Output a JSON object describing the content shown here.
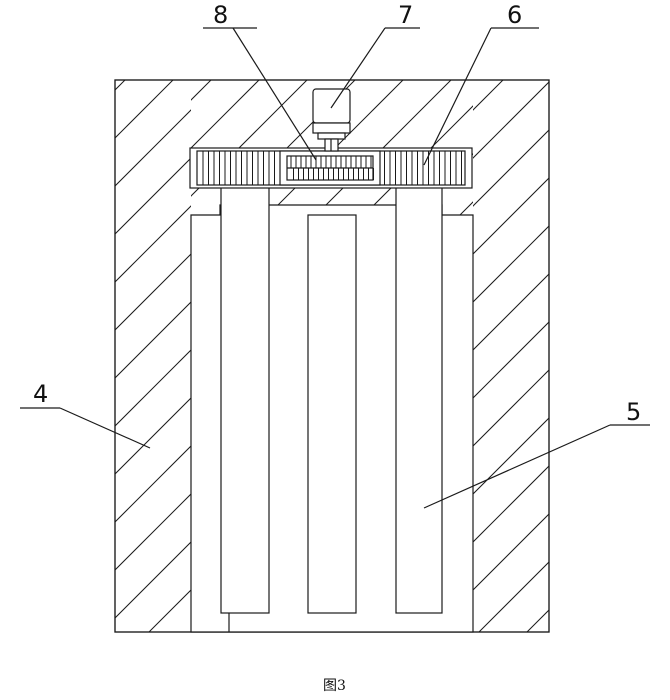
{
  "figure": {
    "caption": "图3",
    "callouts": [
      {
        "id": "8",
        "label": "8"
      },
      {
        "id": "7",
        "label": "7"
      },
      {
        "id": "6",
        "label": "6"
      },
      {
        "id": "4",
        "label": "4"
      },
      {
        "id": "5",
        "label": "5"
      }
    ]
  }
}
